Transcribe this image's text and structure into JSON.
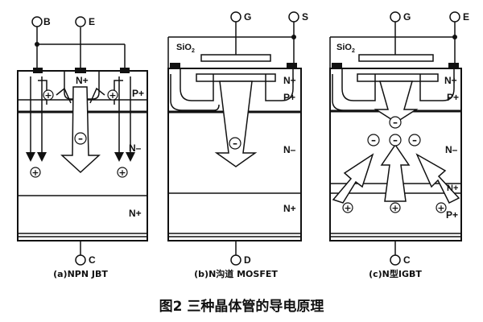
{
  "figure_caption": "图2  三种晶体管的导电原理",
  "panels": {
    "jbt": {
      "caption": "(a)NPN JBT",
      "terminals": {
        "base": "B",
        "emitter": "E",
        "collector": "C"
      },
      "regions": {
        "n_plus_top": "N+",
        "p_plus": "P+",
        "n_minus": "N–",
        "n_plus_bottom": "N+"
      },
      "carriers": {
        "hole": "+",
        "electron": "–"
      }
    },
    "mosfet": {
      "caption": "(b)N沟道 MOSFET",
      "terminals": {
        "gate": "G",
        "source": "S",
        "drain": "D"
      },
      "oxide": "SiO",
      "oxide_sub": "2",
      "regions": {
        "n_plus_top": "N+",
        "p_plus": "P+",
        "n_minus": "N–",
        "n_plus_bottom": "N+"
      },
      "carriers": {
        "electron": "–"
      }
    },
    "igbt": {
      "caption": "(c)N型IGBT",
      "terminals": {
        "gate": "G",
        "emitter": "E",
        "collector": "C"
      },
      "oxide": "SiO",
      "oxide_sub": "2",
      "regions": {
        "n_plus_top": "N+",
        "p_plus_top": "P+",
        "n_minus": "N–",
        "n_plus_buffer": "N+",
        "p_plus_bottom": "P+"
      },
      "carriers": {
        "hole": "+",
        "electron": "–"
      }
    }
  }
}
